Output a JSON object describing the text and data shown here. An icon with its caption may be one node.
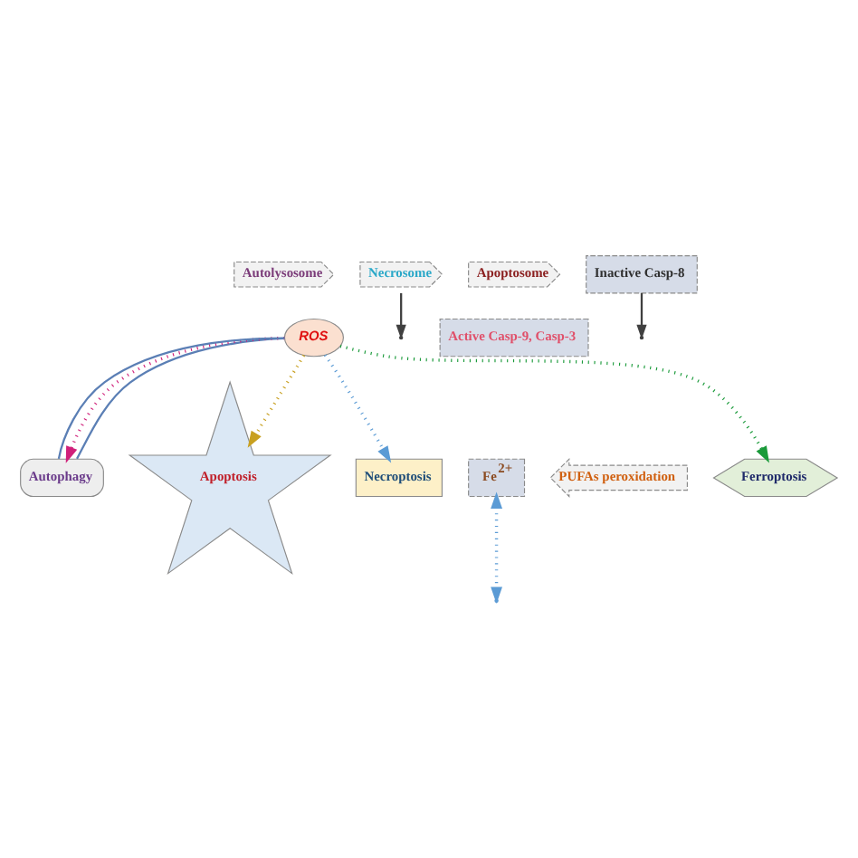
{
  "diagram": {
    "nodes": [
      {
        "text": [
          "Apoptosis"
        ]
      },
      {
        "text": [
          "Apoptosome"
        ]
      },
      {
        "text": [
          "Active Casp-9, Casp-3"
        ]
      },
      {
        "text": [
          "Autolysosome"
        ]
      },
      {
        "text": [
          "Autophagy"
        ]
      },
      {
        "text": [
          "ROS"
        ]
      },
      {
        "text": [
          "Necrosome"
        ]
      },
      {
        "text": [
          "Necroptosis"
        ]
      },
      {
        "text": [
          "Inactive Casp-8"
        ]
      },
      {
        "text": [
          "Fe$^{2+}$"
        ]
      },
      {
        "text": [
          "PUFAs peroxidation"
        ]
      },
      {
        "text": [
          "Ferroptosis"
        ]
      }
    ],
    "edges": [
      {
        "from": 5,
        "to": 0,
        "arrow": "to",
        "style": "dashed",
        "color": "#c8a020"
      },
      {
        "from": 5,
        "to": 4,
        "arrow": "to",
        "style": "dashed",
        "color": "#d0207a"
      },
      {
        "from": 5,
        "to": 7,
        "arrow": "to",
        "style": "dashed",
        "color": "#5b9bd5"
      },
      {
        "from": 5,
        "to": 11,
        "arrow": "to",
        "style": "dashed",
        "color": "#1a9a3a"
      },
      {
        "from": 5,
        "to": 4,
        "arrow": "none"
      },
      {
        "from": 4,
        "to": 5,
        "arrow": "none"
      },
      {
        "from": 9,
        "to": null,
        "arrow": "both",
        "style": "dashed",
        "color": "#5b9bd5"
      },
      {
        "from": 6,
        "to": null,
        "arrow": "to",
        "color": "#404040"
      },
      {
        "from": 8,
        "to": null,
        "arrow": "to",
        "color": "#404040"
      }
    ]
  }
}
